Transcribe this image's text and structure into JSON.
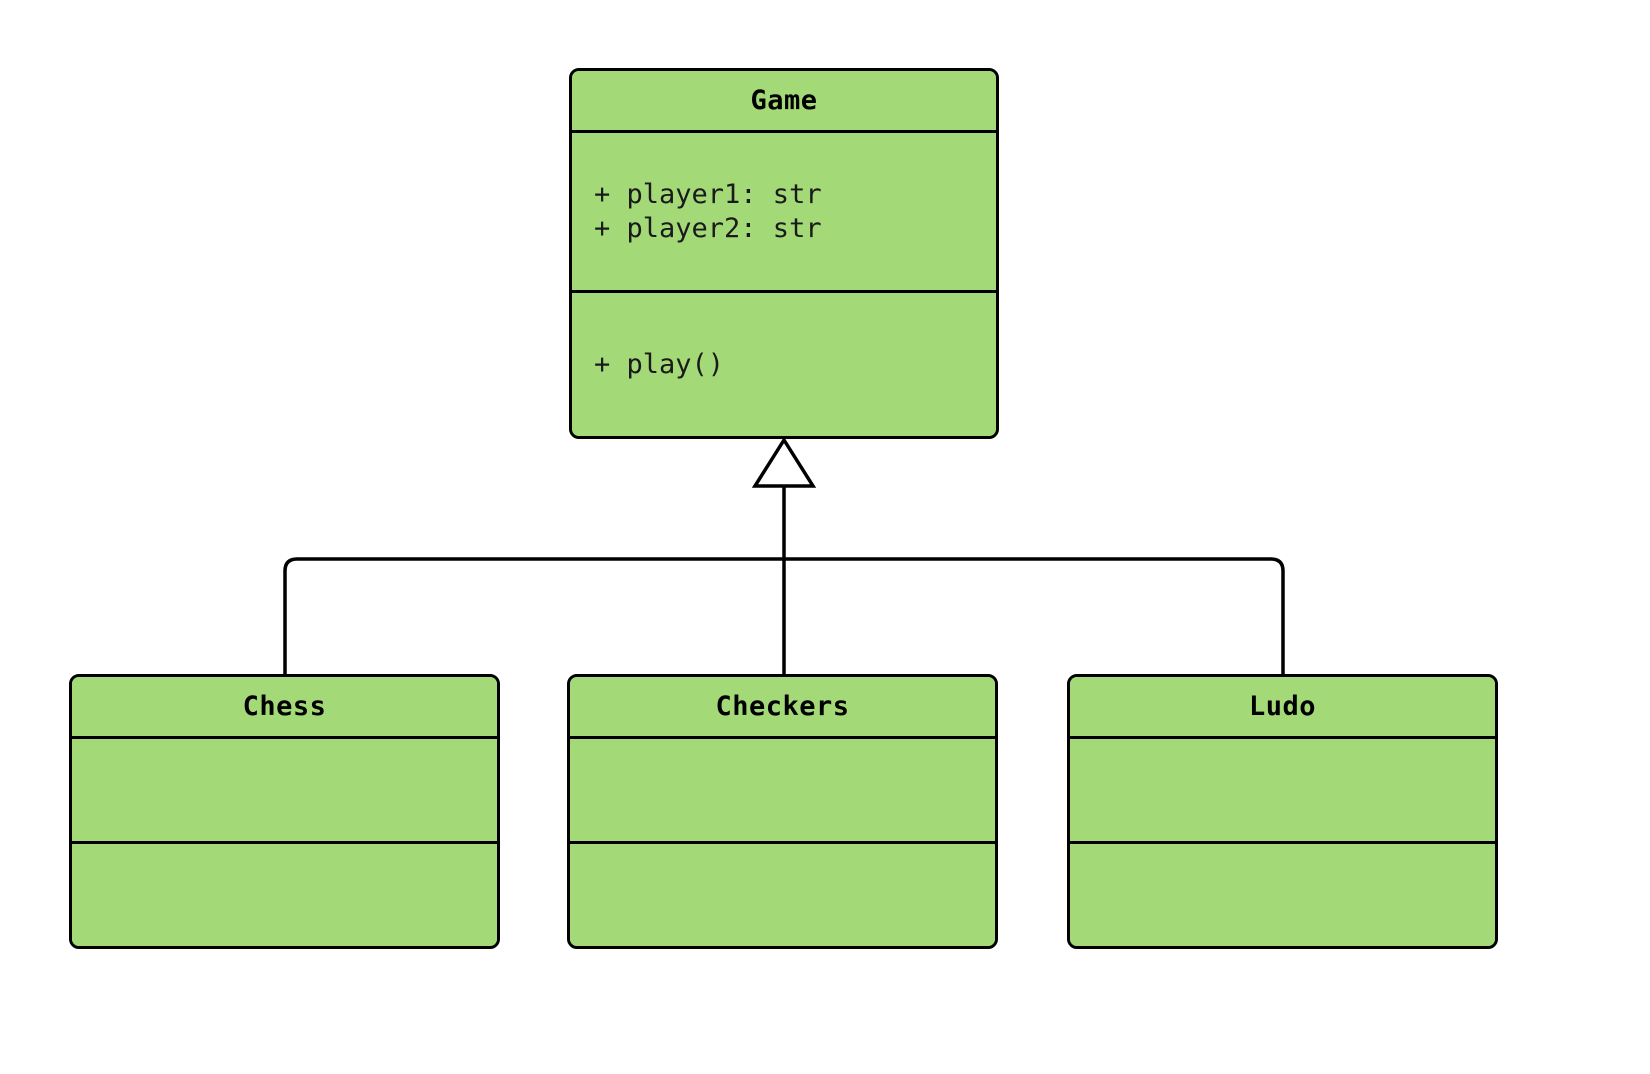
{
  "diagram": {
    "type": "uml-class-diagram",
    "background_color": "#ffffff",
    "class_fill_color": "#a3d977",
    "border_color": "#000000",
    "relationship": "generalization",
    "arrow_style": "hollow-triangle"
  },
  "classes": {
    "game": {
      "name": "Game",
      "attributes": [
        "+ player1: str",
        "+ player2: str"
      ],
      "operations": [
        "+ play()"
      ]
    },
    "chess": {
      "name": "Chess",
      "attributes": [],
      "operations": []
    },
    "checkers": {
      "name": "Checkers",
      "attributes": [],
      "operations": []
    },
    "ludo": {
      "name": "Ludo",
      "attributes": [],
      "operations": []
    }
  }
}
